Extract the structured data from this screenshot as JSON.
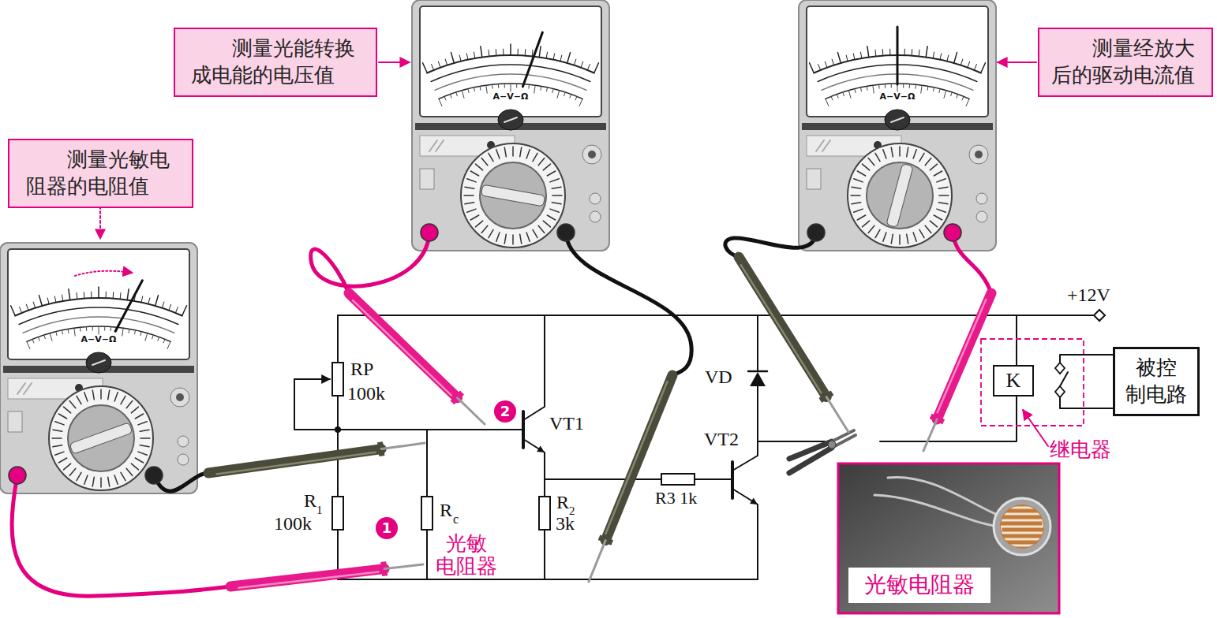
{
  "diagram": {
    "nodes": [
      {
        "text": [
          "测量光能转换 成电能的电压值"
        ]
      },
      {
        "text": [
          "测量经放大 后的驱动电流值"
        ]
      },
      {
        "text": [
          "测量光敏电 阻器的电阻值"
        ]
      },
      {
        "text": [
          "2"
        ]
      },
      {
        "text": [
          "K"
        ]
      },
      {
        "text": [
          "被控 制电路"
        ]
      },
      {
        "text": [
          "1"
        ]
      },
      {
        "text": [
          "光敏电阻器"
        ]
      }
    ],
    "labels": [
      "RP",
      "100k",
      "R",
      "1",
      "100k",
      "R",
      "c",
      "光敏 电阻器",
      "VT1",
      "R",
      "2",
      "3k",
      "R3 1k",
      "VD",
      "VT2",
      "+12V",
      "继电器",
      "A−V−Ω",
      "A−V−Ω",
      "A−V−Ω"
    ]
  }
}
